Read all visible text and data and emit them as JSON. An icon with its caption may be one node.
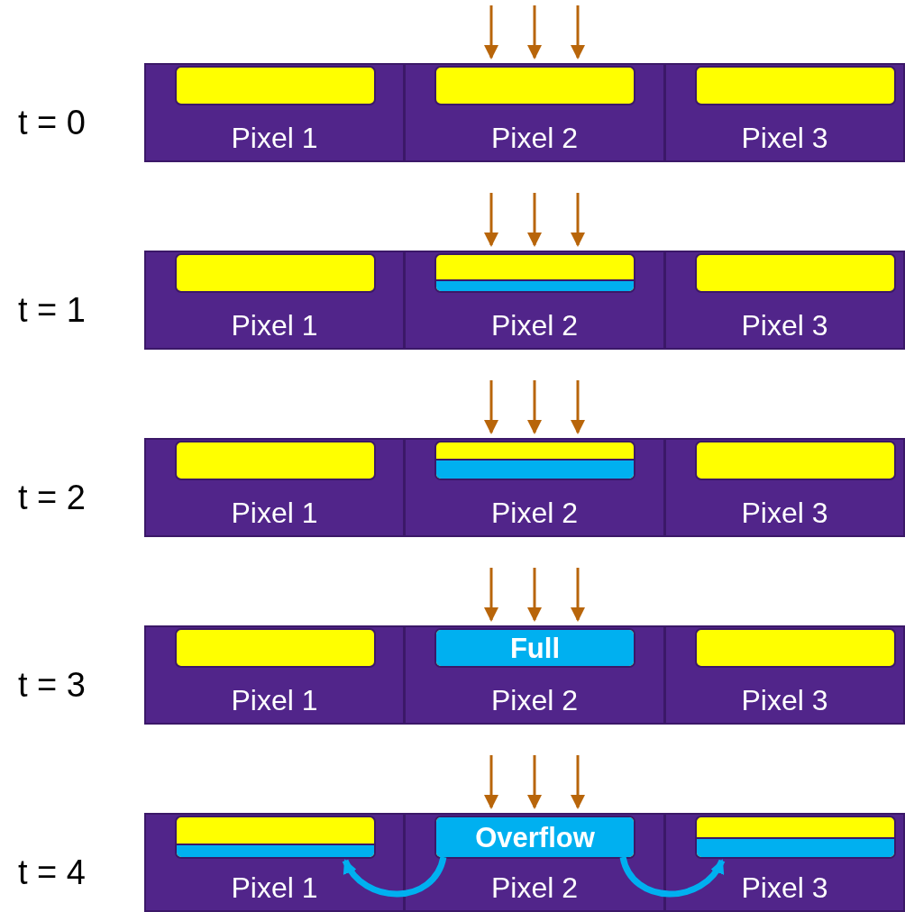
{
  "diagram": {
    "nodes": [
      {
        "text": [
          "Pixel 1"
        ]
      },
      {
        "text": [],
        "shape": "box",
        "in": 0
      },
      {
        "text": [
          "Pixel 2"
        ]
      },
      {
        "text": [],
        "shape": "box",
        "in": 2
      },
      {
        "text": [
          "Pixel 3"
        ]
      },
      {
        "text": [],
        "shape": "box",
        "in": 4
      },
      {
        "text": [
          "Pixel 1"
        ]
      },
      {
        "text": [],
        "shape": "box",
        "in": 6
      },
      {
        "text": [
          "Pixel 2"
        ]
      },
      {
        "text": [],
        "shape": "box",
        "in": 8
      },
      {
        "text": [
          "Pixel 3"
        ]
      },
      {
        "text": [],
        "shape": "box",
        "in": 10
      },
      {
        "text": [
          "Pixel 1"
        ]
      },
      {
        "text": [],
        "shape": "box",
        "in": 12
      },
      {
        "text": [
          "Pixel 2"
        ]
      },
      {
        "text": [],
        "shape": "box",
        "in": 14
      },
      {
        "text": [
          "Pixel 3"
        ]
      },
      {
        "text": [],
        "shape": "box",
        "in": 16
      },
      {
        "text": [
          "Pixel 1"
        ]
      },
      {
        "text": [],
        "shape": "box",
        "in": 18
      },
      {
        "text": [
          "Pixel 2"
        ]
      },
      {
        "text": [
          "Full"
        ],
        "in": 20
      },
      {
        "text": [
          "Pixel 3"
        ]
      },
      {
        "text": [],
        "shape": "box",
        "in": 22
      },
      {
        "text": [
          "Pixel 1"
        ]
      },
      {
        "text": [],
        "shape": "box",
        "in": 24
      },
      {
        "text": [
          "Pixel 2"
        ]
      },
      {
        "text": [
          "Overflow"
        ],
        "in": 26
      },
      {
        "text": [
          "Pixel 3"
        ]
      },
      {
        "text": [],
        "shape": "box",
        "in": 28
      }
    ],
    "edges": [
      {
        "from": null,
        "to": 2,
        "arrow": "to"
      },
      {
        "from": null,
        "to": 2,
        "arrow": "to"
      },
      {
        "from": null,
        "to": 2,
        "arrow": "to"
      },
      {
        "from": null,
        "to": 8,
        "arrow": "to"
      },
      {
        "from": null,
        "to": 8,
        "arrow": "to"
      },
      {
        "from": null,
        "to": 8,
        "arrow": "to"
      },
      {
        "from": null,
        "to": 14,
        "arrow": "to"
      },
      {
        "from": null,
        "to": 14,
        "arrow": "to"
      },
      {
        "from": null,
        "to": 14,
        "arrow": "to"
      },
      {
        "from": null,
        "to": 20,
        "arrow": "to"
      },
      {
        "from": null,
        "to": 20,
        "arrow": "to"
      },
      {
        "from": null,
        "to": 20,
        "arrow": "to"
      },
      {
        "from": null,
        "to": 26,
        "arrow": "to"
      },
      {
        "from": null,
        "to": 26,
        "arrow": "to"
      },
      {
        "from": null,
        "to": 26,
        "arrow": "to"
      },
      {
        "from": 27,
        "to": 25,
        "arrow": "to",
        "style": "thick",
        "color": "#00b0f0"
      },
      {
        "from": 27,
        "to": 29,
        "arrow": "to",
        "style": "thick",
        "color": "#00b0f0"
      }
    ],
    "labels": [
      "t = 0",
      "t = 1",
      "t = 2",
      "t = 3",
      "t = 4"
    ]
  }
}
